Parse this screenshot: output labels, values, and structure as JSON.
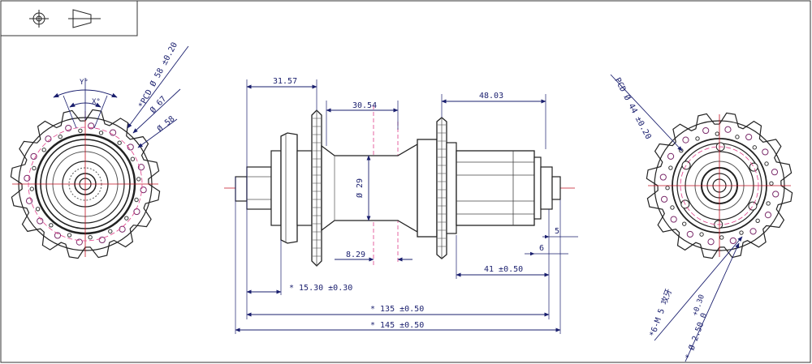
{
  "title_block": {
    "symbols": [
      "position-tolerance-icon",
      "first-angle-projection-icon"
    ]
  },
  "colors": {
    "dimension": "#1a1f6e",
    "outline": "#222222",
    "center_line": "#e0408a",
    "axis_line": "#c01020"
  },
  "left_view": {
    "pcd": "*PCD Ø 58 ±0.20",
    "dia_67": "Ø 67",
    "dia_58": "Ø 58",
    "angle_y": "Y°",
    "angle_x": "X°"
  },
  "side_view": {
    "dim_31_57": "31.57",
    "dim_30_54": "30.54",
    "dim_48_03": "48.03",
    "dim_d29": "Ø 29",
    "dim_8_29": "8.29",
    "dim_41": "41 ±0.50",
    "dim_5": "5",
    "dim_6": "6",
    "dim_15_30": "* 15.30 ±0.30",
    "dim_135": "* 135 ±0.50",
    "dim_145": "* 145 ±0.50"
  },
  "right_view": {
    "pcd": "PCD Ø 44 ±0.20",
    "thread": "*6-M 5 攻牙",
    "hole_tol": "+0.30",
    "hole": "* Ø 2.50  0"
  }
}
